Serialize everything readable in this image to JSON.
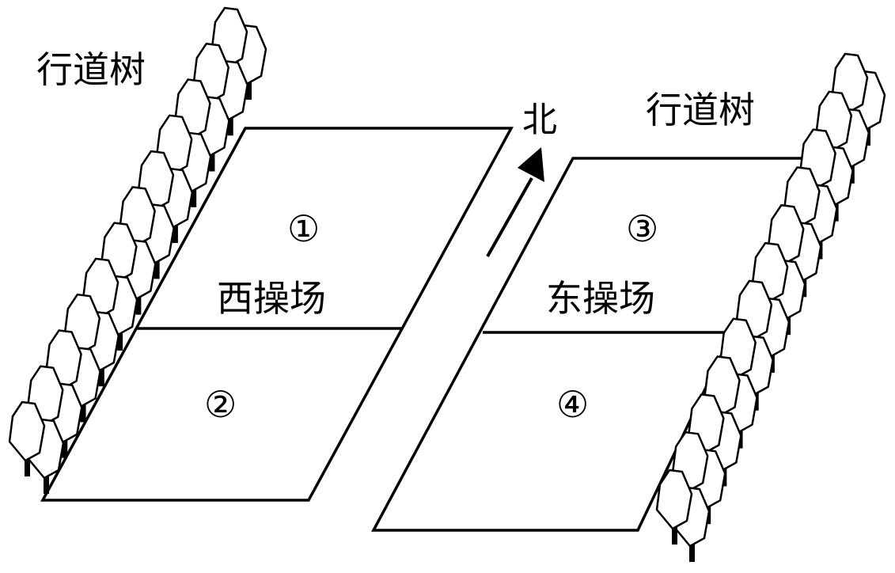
{
  "labels": {
    "tree_row_left": "行道树",
    "tree_row_right": "行道树",
    "north": "北"
  },
  "fields": {
    "west": {
      "name": "西操场",
      "upper": "①",
      "lower": "②"
    },
    "east": {
      "name": "东操场",
      "upper": "③",
      "lower": "④"
    }
  },
  "colors": {
    "ink": "#000000",
    "paper": "#ffffff"
  }
}
